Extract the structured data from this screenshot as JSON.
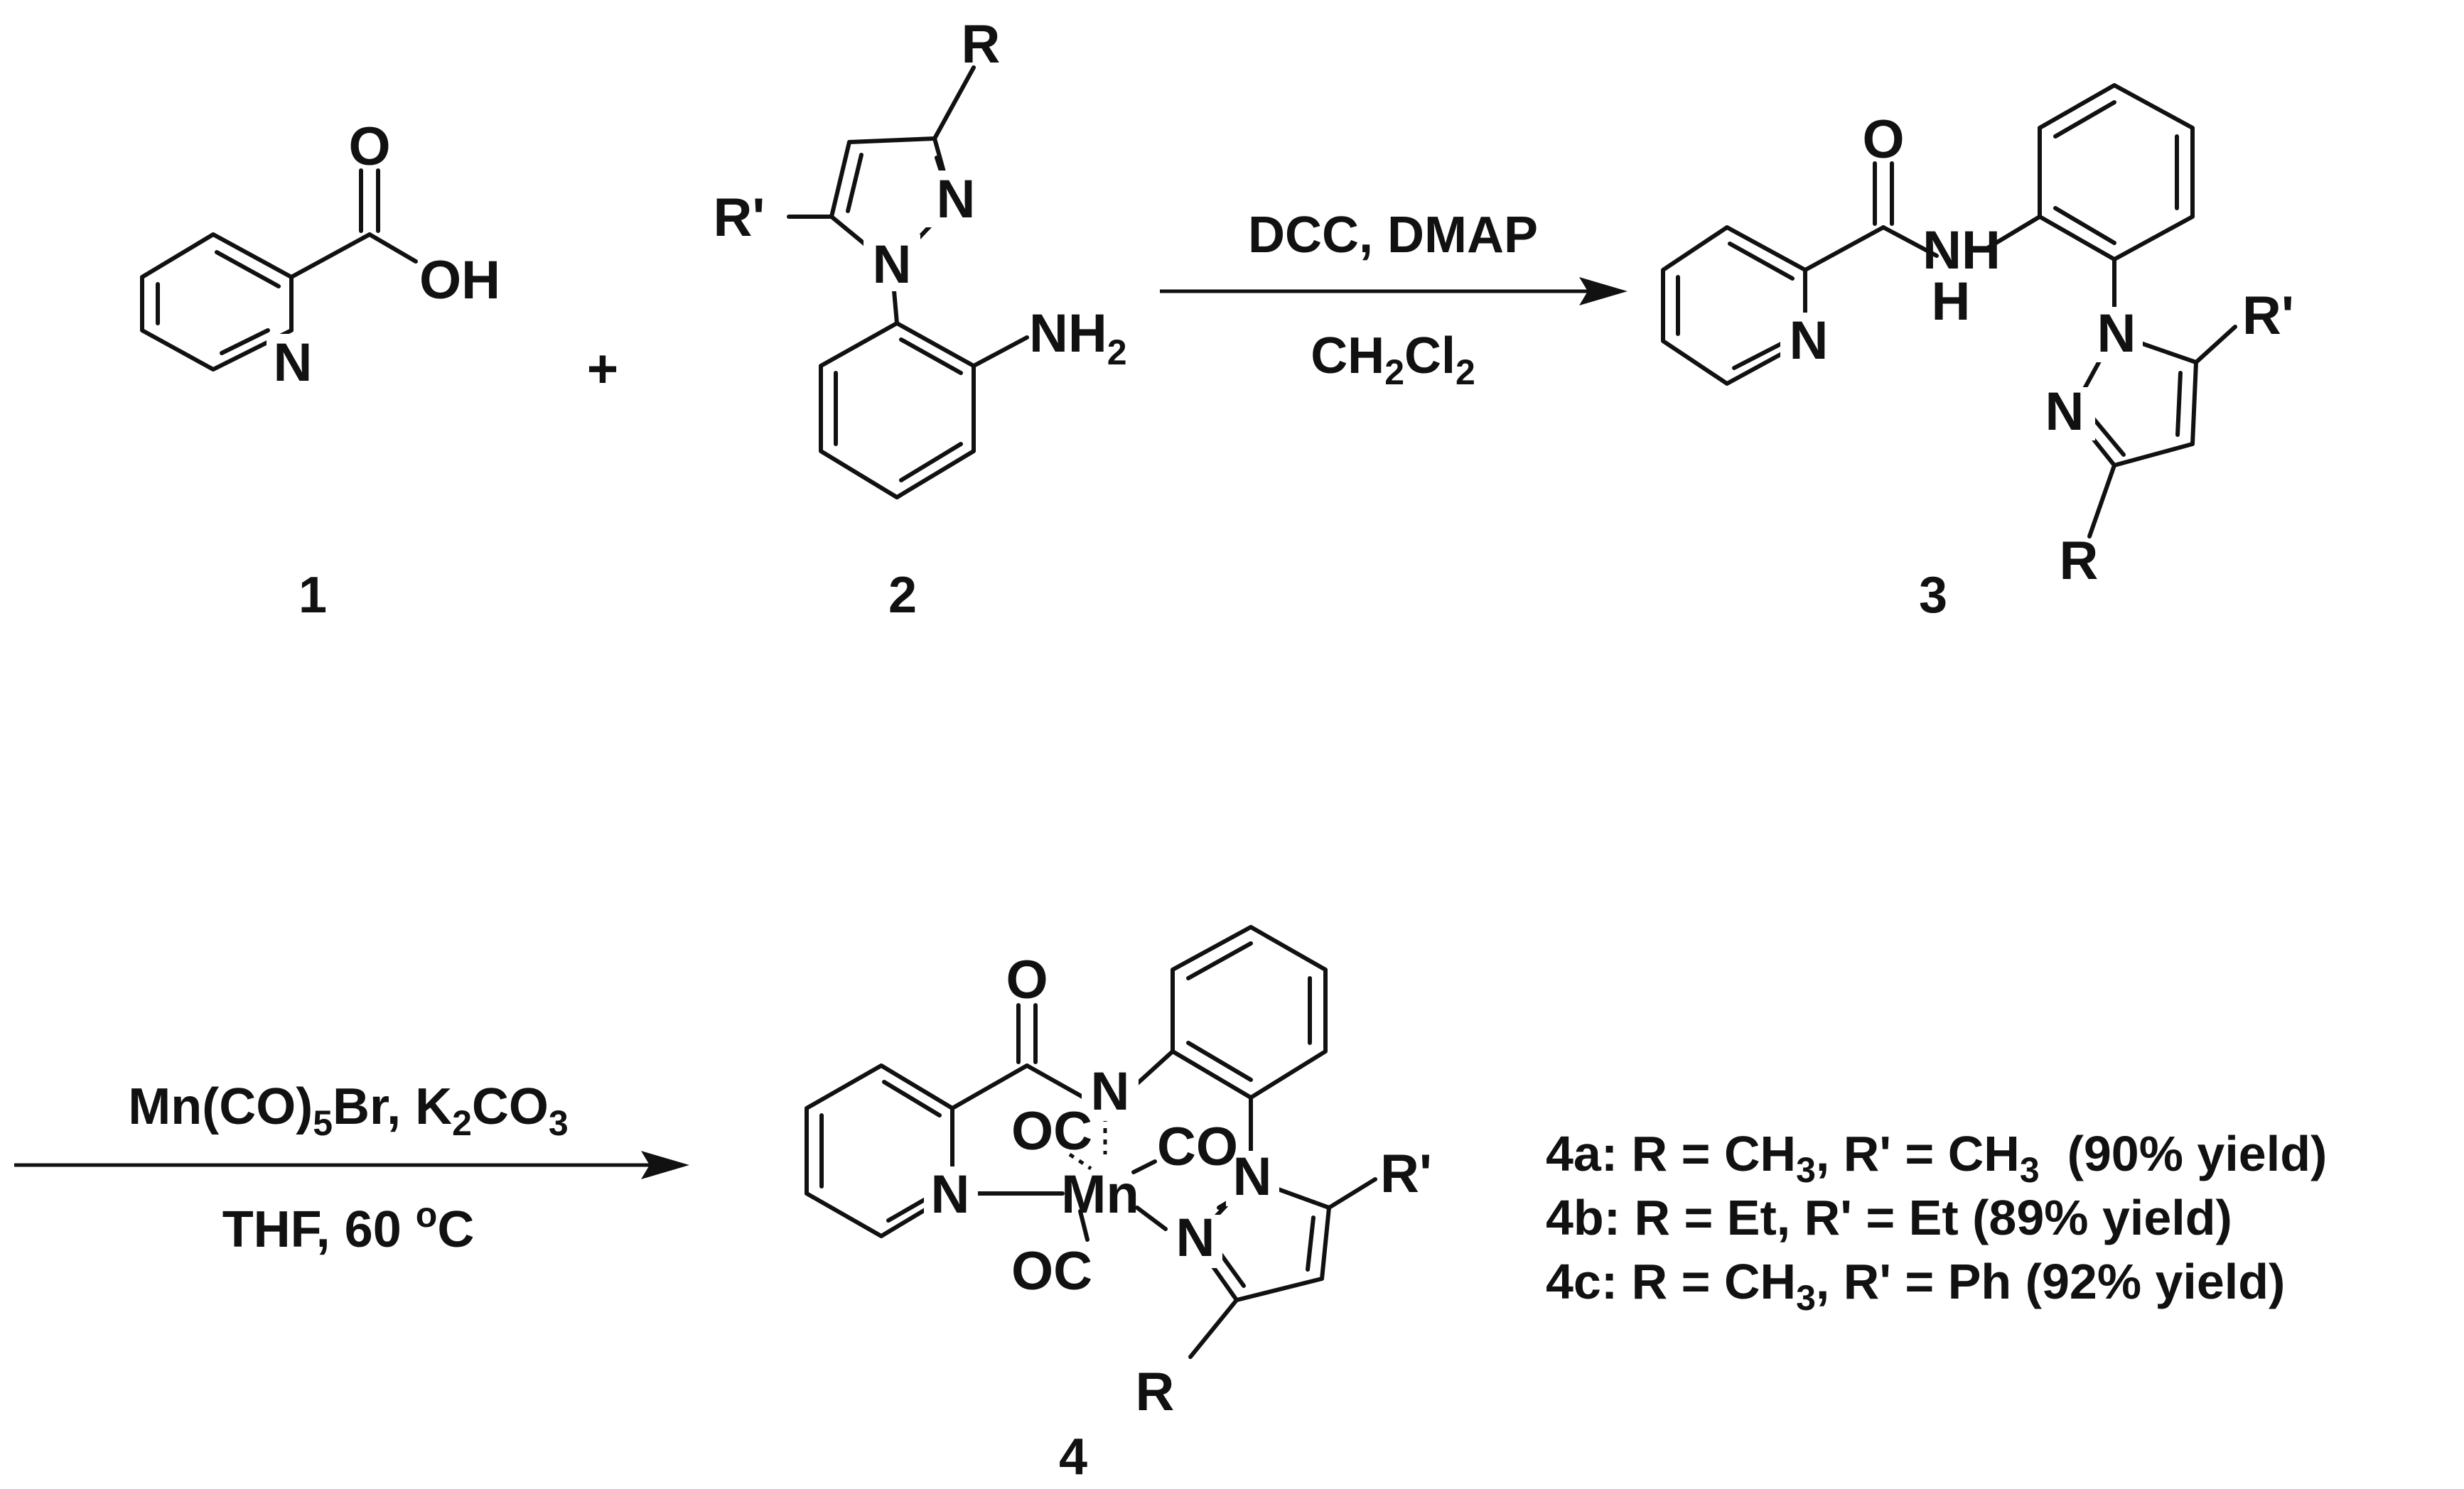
{
  "atoms": {
    "O": "O",
    "OH": "OH",
    "N": "N",
    "NH": "NH",
    "H": "H",
    "NH2": "NH",
    "two": "2",
    "R": "R",
    "Rp": "R'",
    "Mn": "Mn",
    "OC": "OC",
    "CO": "CO"
  },
  "plus": "+",
  "compound_labels": {
    "c1": "1",
    "c2": "2",
    "c3": "3",
    "c4": "4"
  },
  "step1": {
    "reagents": "DCC, DMAP",
    "solvent_main": "CH",
    "solvent_sub1": "2",
    "solvent_cl": "Cl",
    "solvent_sub2": "2"
  },
  "step2": {
    "reagent_a": "Mn(CO)",
    "reagent_a_sub": "5",
    "reagent_b": "Br, K",
    "reagent_b_sub": "2",
    "reagent_c": "CO",
    "reagent_c_sub": "3",
    "conditions_a": "THF, 60 ",
    "conditions_deg": "o",
    "conditions_b": "C"
  },
  "results": [
    {
      "a": "4a: R = CH",
      "a_sub": "3",
      "b": ", R' = CH",
      "b_sub": "3",
      "c": "  (90% yield)"
    },
    {
      "a": "4b: R = Et, R' = Et (89% yield)"
    },
    {
      "a": "4c: R = CH",
      "a_sub": "3",
      "b": ", R' = Ph (92% yield)"
    }
  ]
}
